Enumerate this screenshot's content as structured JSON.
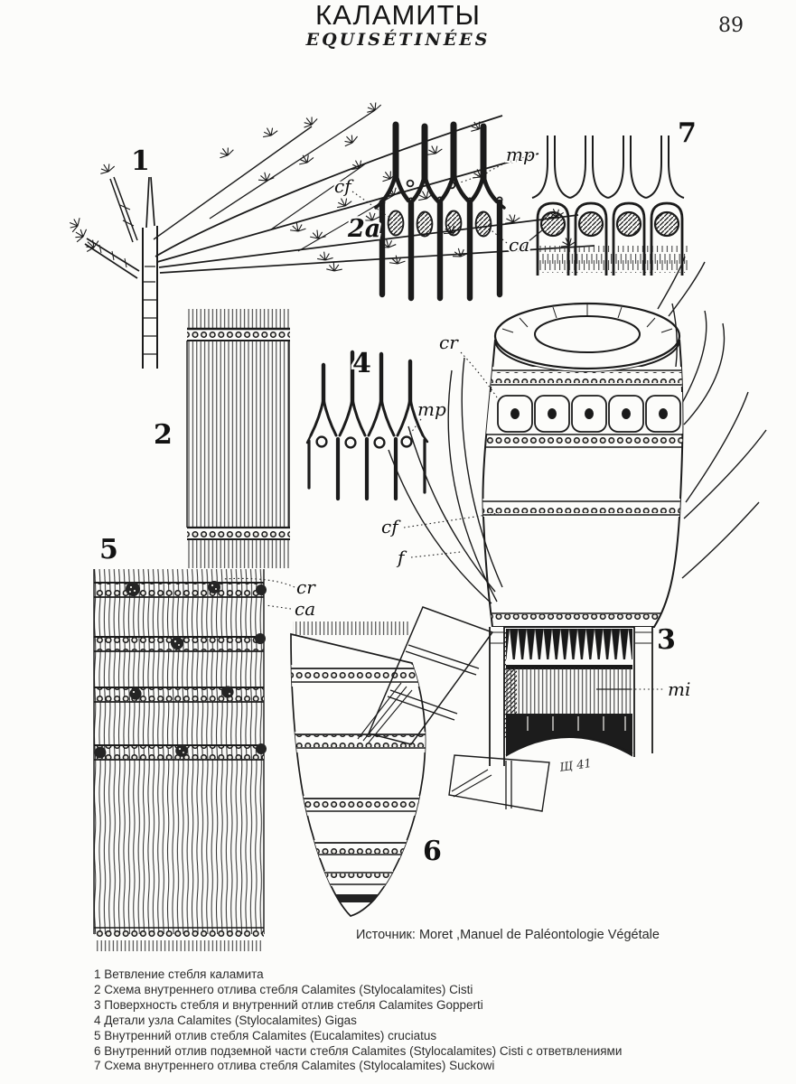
{
  "header": {
    "title": "КАЛАМИТЫ",
    "subtitle": "EQUISÉTINÉES",
    "page_number": "89"
  },
  "figure_numbers": {
    "f1": "1",
    "f2": "2",
    "f2a": "2a",
    "f3": "3",
    "f4": "4",
    "f5": "5",
    "f6": "6",
    "f7": "7"
  },
  "labels": {
    "cf": "cf",
    "mp": "mp",
    "ca": "ca",
    "cr": "cr",
    "f": "f",
    "mi": "mi"
  },
  "source_line": "Источник: Moret ,Manuel de Paléontologie Végétale",
  "artist_mark": "Щ 41",
  "captions": [
    "1 Ветвление стебля каламита",
    "2 Схема внутреннего отлива стебля Calamites (Stylocalamites) Cisti",
    "3 Поверхность стебля и внутренний отлив стебля Calamites Gopperti",
    "4  Детали узла Calamites (Stylocalamites) Gigas",
    "5 Внутренний отлив стебля Calamites (Eucalamites) cruciatus",
    "6 Внутренний отлив подземной части стебля  Calamites (Stylocalamites) Cisti с ответвлениями",
    "7 Схема внутреннего отлива стебля Calamites (Stylocalamites) Suckowi"
  ]
}
